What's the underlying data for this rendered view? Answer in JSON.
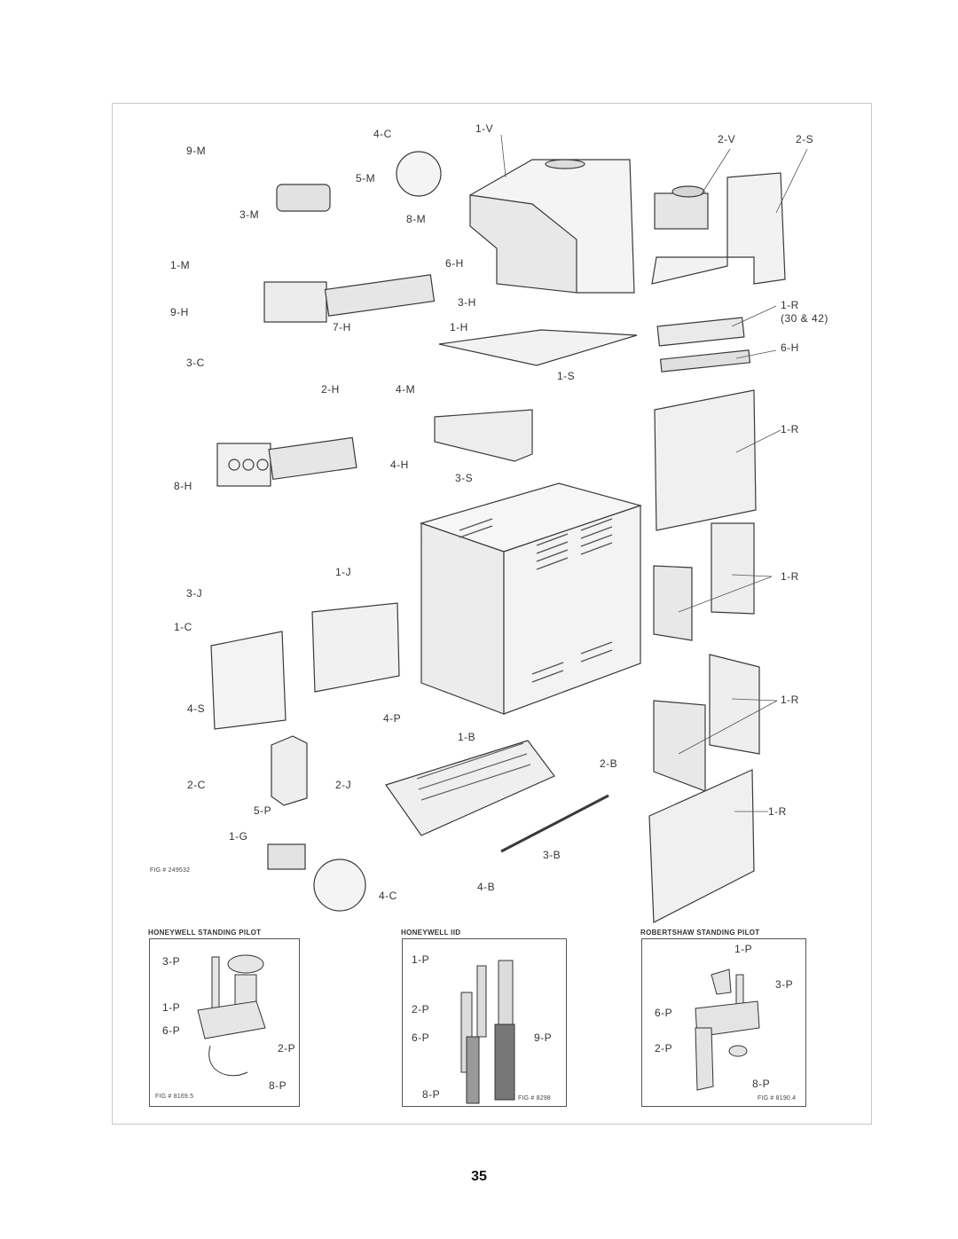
{
  "page_number": "35",
  "figure_ids": {
    "main": "FIG # 249532",
    "honeywell_standing": "FIG # 8169.5",
    "honeywell_iid": "FIG # 8298",
    "robertshaw_standing": "FIG # 8190.4"
  },
  "insets": {
    "honeywell_standing": {
      "title": "HONEYWELL STANDING PILOT",
      "labels": [
        "3-P",
        "1-P",
        "6-P",
        "2-P",
        "8-P"
      ]
    },
    "honeywell_iid": {
      "title": "HONEYWELL IID",
      "labels": [
        "1-P",
        "2-P",
        "6-P",
        "9-P",
        "8-P"
      ]
    },
    "robertshaw_standing": {
      "title": "ROBERTSHAW STANDING PILOT",
      "labels": [
        "1-P",
        "3-P",
        "6-P",
        "2-P",
        "8-P"
      ]
    }
  },
  "part_labels": {
    "c4_top": "4-C",
    "v1": "1-V",
    "v2": "2-V",
    "s2": "2-S",
    "m9": "9-M",
    "m5": "5-M",
    "m3": "3-M",
    "m8": "8-M",
    "h6_top": "6-H",
    "m1": "1-M",
    "h3": "3-H",
    "h9": "9-H",
    "h7": "7-H",
    "h1": "1-H",
    "r1_3042": "1-R",
    "r1_3042_note": "(30 & 42)",
    "h6_right": "6-H",
    "c3": "3-C",
    "h2": "2-H",
    "m4": "4-M",
    "s1": "1-S",
    "h4": "4-H",
    "s3": "3-S",
    "r1_a": "1-R",
    "h8": "8-H",
    "j1": "1-J",
    "j3": "3-J",
    "c1": "1-C",
    "r1_b": "1-R",
    "s4": "4-S",
    "p4": "4-P",
    "b1": "1-B",
    "r1_c": "1-R",
    "b2": "2-B",
    "c2": "2-C",
    "j2": "2-J",
    "p5": "5-P",
    "r1_d": "1-R",
    "g1": "1-G",
    "b3": "3-B",
    "c4_bottom": "4-C",
    "b4": "4-B"
  }
}
